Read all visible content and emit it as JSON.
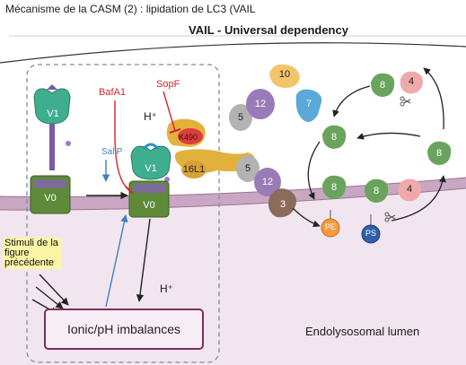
{
  "header": {
    "slide_title": "Mécanisme de la CASM (2) : lipidation de LC3 (VAIL",
    "diagram_title": "VAIL - Universal dependency"
  },
  "labels": {
    "bafa1": "BafA1",
    "sopf": "SopF",
    "salip": "SaliP",
    "h_plus_top": "H⁺",
    "h_plus_bottom": "H⁺",
    "ionic_box": "Ionic/pH imbalances",
    "lumen": "Endolysosomal lumen",
    "callout": "Stimuli de la figure précédente"
  },
  "proteins": {
    "v1_left": "V1",
    "v0_left": "V0",
    "v1_right": "V1",
    "v0_right": "V0",
    "k490": "K490",
    "atg16l1": "16L1",
    "atg5_a": "5",
    "atg12_a": "12",
    "atg10": "10",
    "atg7": "7",
    "atg5_b": "5",
    "atg12_b": "12",
    "atg3": "3",
    "lc3_top": "8",
    "atg4_top": "4",
    "lc3_mid": "8",
    "lc3_right": "8",
    "lc3_pe": "8",
    "lc3_ps": "8",
    "atg4_bottom": "4",
    "pe": "PE",
    "ps": "PS"
  },
  "colors": {
    "inhibitor": "#d4232a",
    "activator": "#3f7fc2",
    "membrane": "#c9a7c2",
    "lumen_tint": "#f1e6ef",
    "lc3": "#6aa35d",
    "atg4": "#f0a9aa",
    "atg16l1": "#e2b13c",
    "atg5": "#b3b3b3",
    "atg12": "#9b7ab8",
    "atg10": "#f2c56a",
    "atg7": "#5aa9d8",
    "atg3": "#8b6b5a",
    "pe": "#f39a3c",
    "ps": "#2f5fa8",
    "v1": "#3fae8e",
    "v0": "#5e8a3a",
    "ionic_box_border": "#7a2f57",
    "callout_bg": "#fbf5a5"
  },
  "icons": [
    "scissors-icon",
    "scissors-icon"
  ]
}
